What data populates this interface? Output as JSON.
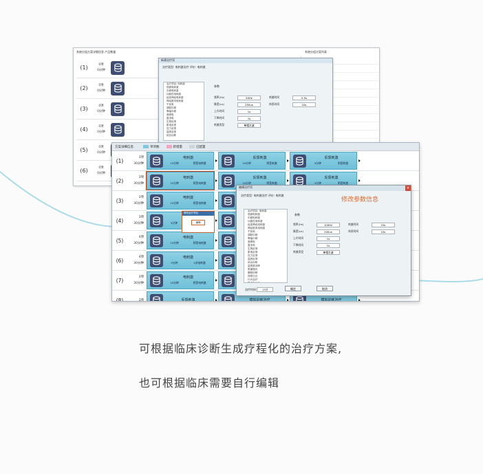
{
  "caption": {
    "line1": "可根据临床诊断生成疗程化的治疗方案,",
    "line2": "也可根据临床需要自行编辑"
  },
  "back_window": {
    "title": "系统分组方案详细信息 产品数量",
    "side_title": "系统分组方案列表",
    "rows": [
      {
        "num": "(1)",
        "a": "0项",
        "b": "0分钟"
      },
      {
        "num": "(2)",
        "a": "0项",
        "b": "0分钟"
      },
      {
        "num": "(3)",
        "a": "0项",
        "b": "0分钟"
      },
      {
        "num": "(4)",
        "a": "0项",
        "b": "0分钟"
      },
      {
        "num": "(5)",
        "a": "0项",
        "b": "0分钟"
      },
      {
        "num": "(6)",
        "a": "0项",
        "b": "0分钟"
      }
    ]
  },
  "dialog_small": {
    "title": "新建治疗项",
    "header": "治疗类型: 电刺激治疗    评价: 电刺激",
    "params_title": "参数",
    "tree": [
      "治疗项目: 电刺激",
      "低频电刺激",
      "中频电刺激",
      "功能性电刺激",
      "经皮神经电刺激",
      "神经肌肉电刺激",
      "干扰电",
      "调制中频",
      "等幅中频",
      "音频电",
      "直流电",
      "生物反馈",
      "肌电反馈",
      "压力反馈",
      "盆底反馈",
      "综合训练"
    ],
    "params": [
      {
        "label": "频率(Hz)",
        "value": "50Hz",
        "label2": "刺激时间",
        "value2": "0.5s"
      },
      {
        "label": "脉宽(us)",
        "value": "250us",
        "label2": "休息时间",
        "value2": "10s"
      },
      {
        "label": "上升时间",
        "value": "1s"
      },
      {
        "label": "下降时间",
        "value": "1s"
      },
      {
        "label": "刺激类型",
        "value": "单相方波"
      }
    ]
  },
  "main_window": {
    "header": "方案详细信息",
    "legend": [
      {
        "label": "单项数",
        "color": "#7fc9df"
      },
      {
        "label": "新增量",
        "color": "#f0a6c0"
      },
      {
        "label": "已配置",
        "color": "#cfd6db"
      }
    ],
    "rows": [
      {
        "num": "(1)",
        "a": "3项",
        "b": "30分钟",
        "tiles": [
          {
            "title": "电刺激",
            "time": "15分钟",
            "mode": "阴茎电刺激"
          },
          {
            "title": "反馈刺激",
            "time": "10分钟",
            "mode": "阴茎刺激"
          },
          {
            "title": "反馈刺激",
            "time": "5分钟",
            "mode": "阴茎刺激"
          }
        ]
      },
      {
        "num": "(2)",
        "a": "3项",
        "b": "30分钟",
        "tiles": [
          {
            "title": "电刺激",
            "time": "15分钟",
            "mode": "阴茎电刺激"
          },
          {
            "title": "反馈刺激",
            "time": "10分钟",
            "mode": "阴茎刺激"
          },
          {
            "title": "反馈刺激",
            "time": "5分钟",
            "mode": "阴茎刺激"
          }
        ]
      },
      {
        "num": "(3)",
        "a": "3项",
        "b": "30分钟",
        "tiles": [
          {
            "title": "电刺激",
            "time": "15分钟",
            "mode": "阴茎电刺激"
          },
          {
            "title": "",
            "time": "",
            "mode": ""
          },
          {
            "title": "",
            "time": "",
            "mode": ""
          }
        ]
      },
      {
        "num": "(4)",
        "a": "3项",
        "b": "30分钟",
        "tiles": [
          {
            "title": "电刺激",
            "time": "5分钟",
            "mode": "阴茎电刺激"
          },
          {
            "title": "",
            "time": "",
            "mode": ""
          },
          {
            "title": "",
            "time": "",
            "mode": ""
          }
        ]
      },
      {
        "num": "(5)",
        "a": "4项",
        "b": "30分钟",
        "tiles": [
          {
            "title": "电刺激",
            "time": "15分钟",
            "mode": "阴茎电刺激"
          },
          {
            "title": "",
            "time": "",
            "mode": ""
          },
          {
            "title": "",
            "time": "",
            "mode": ""
          }
        ]
      },
      {
        "num": "(6)",
        "a": "4项",
        "b": "30分钟",
        "tiles": [
          {
            "title": "电刺激",
            "time": "5分钟",
            "mode": "1次电刺激"
          },
          {
            "title": "",
            "time": "",
            "mode": ""
          },
          {
            "title": "",
            "time": "",
            "mode": ""
          }
        ]
      },
      {
        "num": "(7)",
        "a": "3项",
        "b": "30分钟",
        "tiles": [
          {
            "title": "电刺激",
            "time": "15分钟",
            "mode": "阴茎电刺激"
          },
          {
            "title": "",
            "time": "",
            "mode": ""
          },
          {
            "title": "",
            "time": "",
            "mode": ""
          }
        ]
      },
      {
        "num": "(8)",
        "a": "3项",
        "b": "",
        "tiles": [
          {
            "title": "反馈刺激",
            "time": "",
            "mode": ""
          },
          {
            "title": "模拟训练治疗",
            "time": "",
            "mode": ""
          },
          {
            "title": "模拟训练治疗",
            "time": "",
            "mode": ""
          }
        ]
      }
    ]
  },
  "popup": {
    "title": "修改治疗项目",
    "button": "编辑"
  },
  "dialog_edit": {
    "title": "编辑治疗项",
    "header": "治疗类型: 电刺激治疗    评价: 电刺激",
    "heading": "修改参数信息",
    "params_title": "参数",
    "tree": [
      "治疗项目: 电刺激",
      "低频电刺激",
      "中频电刺激",
      "功能性电刺激",
      "经皮神经电刺激",
      "神经肌肉电刺激",
      "干扰电",
      "调制中频",
      "等幅中频",
      "音频电",
      "直流电",
      "生物反馈",
      "肌电反馈",
      "压力反馈",
      "盆底反馈",
      "综合训练",
      "盆底肌训练",
      "阴道哑铃",
      "膀胱训练",
      "排尿日记",
      "行为治疗",
      "凯格尔运动",
      "阴茎电刺激"
    ],
    "params": [
      {
        "label": "频率(Hz)",
        "value": "100Hz",
        "label2": "刺激时间",
        "value2": "10s"
      },
      {
        "label": "脉宽(us)",
        "value": "200us",
        "label2": "休息时间",
        "value2": "10s"
      },
      {
        "label": "上升时间",
        "value": "1s"
      },
      {
        "label": "下降时间",
        "value": "1s"
      },
      {
        "label": "刺激类型",
        "value": "单相方波"
      }
    ],
    "time_label": "治疗时间",
    "time_value": "15分",
    "ok": "确定",
    "cancel": "取消"
  }
}
